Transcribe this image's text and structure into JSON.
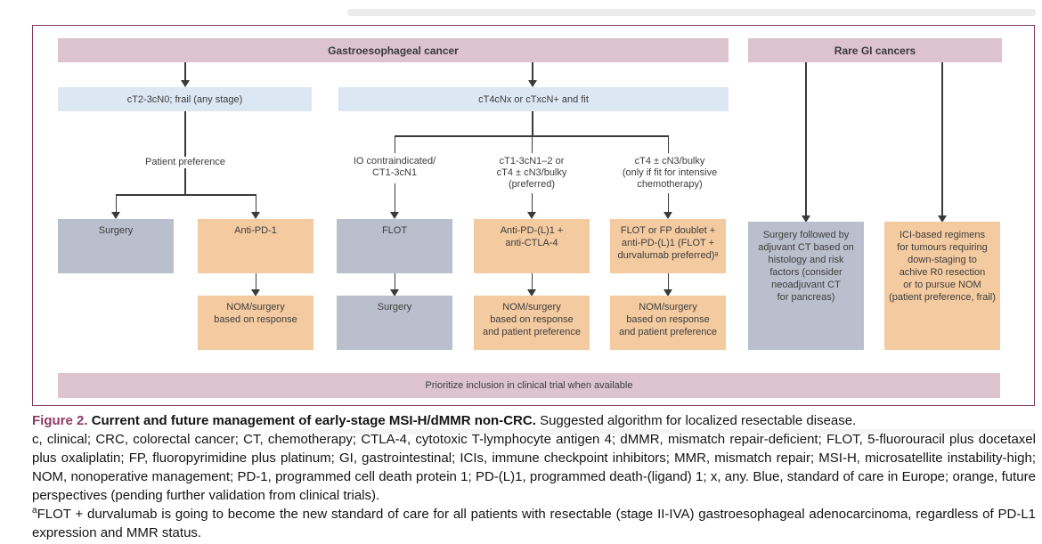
{
  "colors": {
    "pink": "#dcc3ce",
    "blue": "#dbe7f2",
    "gray": "#b9bfcc",
    "orange": "#f4caa0",
    "border": "#7d3b5e",
    "line": "#3a3a3a",
    "figure_label": "#8e3a64"
  },
  "diagram": {
    "gastro_header": "Gastroesophageal cancer",
    "rare_header": "Rare GI cancers",
    "cond_frail": "cT2-3cN0; frail (any stage)",
    "cond_fit": "cT4cNx or cTxcN+ and fit",
    "label_patient_pref": "Patient preference",
    "label_io": "IO contraindicated/\nCT1-3cN1",
    "label_ct13": "cT1-3cN1–2 or\ncT4 ± cN3/bulky\n(preferred)",
    "label_ct4": "cT4 ± cN3/bulky\n(only if fit for intensive\nchemotherapy)",
    "box_surgery_left": "Surgery",
    "box_anti_pd1": "Anti-PD-1",
    "box_flot": "FLOT",
    "box_anti_pdl1_ctla4": "Anti-PD-(L)1 +\nanti-CTLA-4",
    "box_flot_fp": "FLOT or FP doublet +\nanti-PD-(L)1 (FLOT +\ndurvalumab preferred)ᵃ",
    "box_nom_response": "NOM/surgery\nbased on response",
    "box_surgery_mid": "Surgery",
    "box_nom_pref_1": "NOM/surgery\nbased on response\nand patient preference",
    "box_nom_pref_2": "NOM/surgery\nbased on response\nand patient preference",
    "box_surgery_adjuvant": "Surgery followed by\nadjuvant CT based on\nhistology and risk\nfactors (consider\nneoadjuvant CT\nfor pancreas)",
    "box_ici_regimens": "ICI-based regimens\nfor tumours requiring\ndown-staging to\nachive R0 resection\nor to pursue NOM\n(patient preference, frail)",
    "footer_bar": "Prioritize inclusion in clinical trial when available"
  },
  "caption": {
    "figure_label": "Figure 2.",
    "title_bold": "Current and future management of early-stage MSI-H/dMMR non-CRC.",
    "title_rest": "Suggested algorithm for localized resectable disease.",
    "abbreviations": "c, clinical; CRC, colorectal cancer; CT, chemotherapy; CTLA-4, cytotoxic T-lymphocyte antigen 4; dMMR, mismatch repair-deficient; FLOT, 5-fluorouracil plus docetaxel plus oxaliplatin; FP, fluoropyrimidine plus platinum; GI, gastrointestinal; ICIs, immune checkpoint inhibitors; MMR, mismatch repair; MSI-H, microsatellite instability-high; NOM, nonoperative management; PD-1, programmed cell death protein 1; PD-(L)1, programmed death-(ligand) 1; x, any. Blue, standard of care in Europe; orange, future perspectives (pending further validation from clinical trials).",
    "footnote_sup": "a",
    "footnote": "FLOT + durvalumab is going to become the new standard of care for all patients with resectable (stage II-IVA) gastroesophageal adenocarcinoma, regardless of PD-L1 expression and MMR status."
  }
}
